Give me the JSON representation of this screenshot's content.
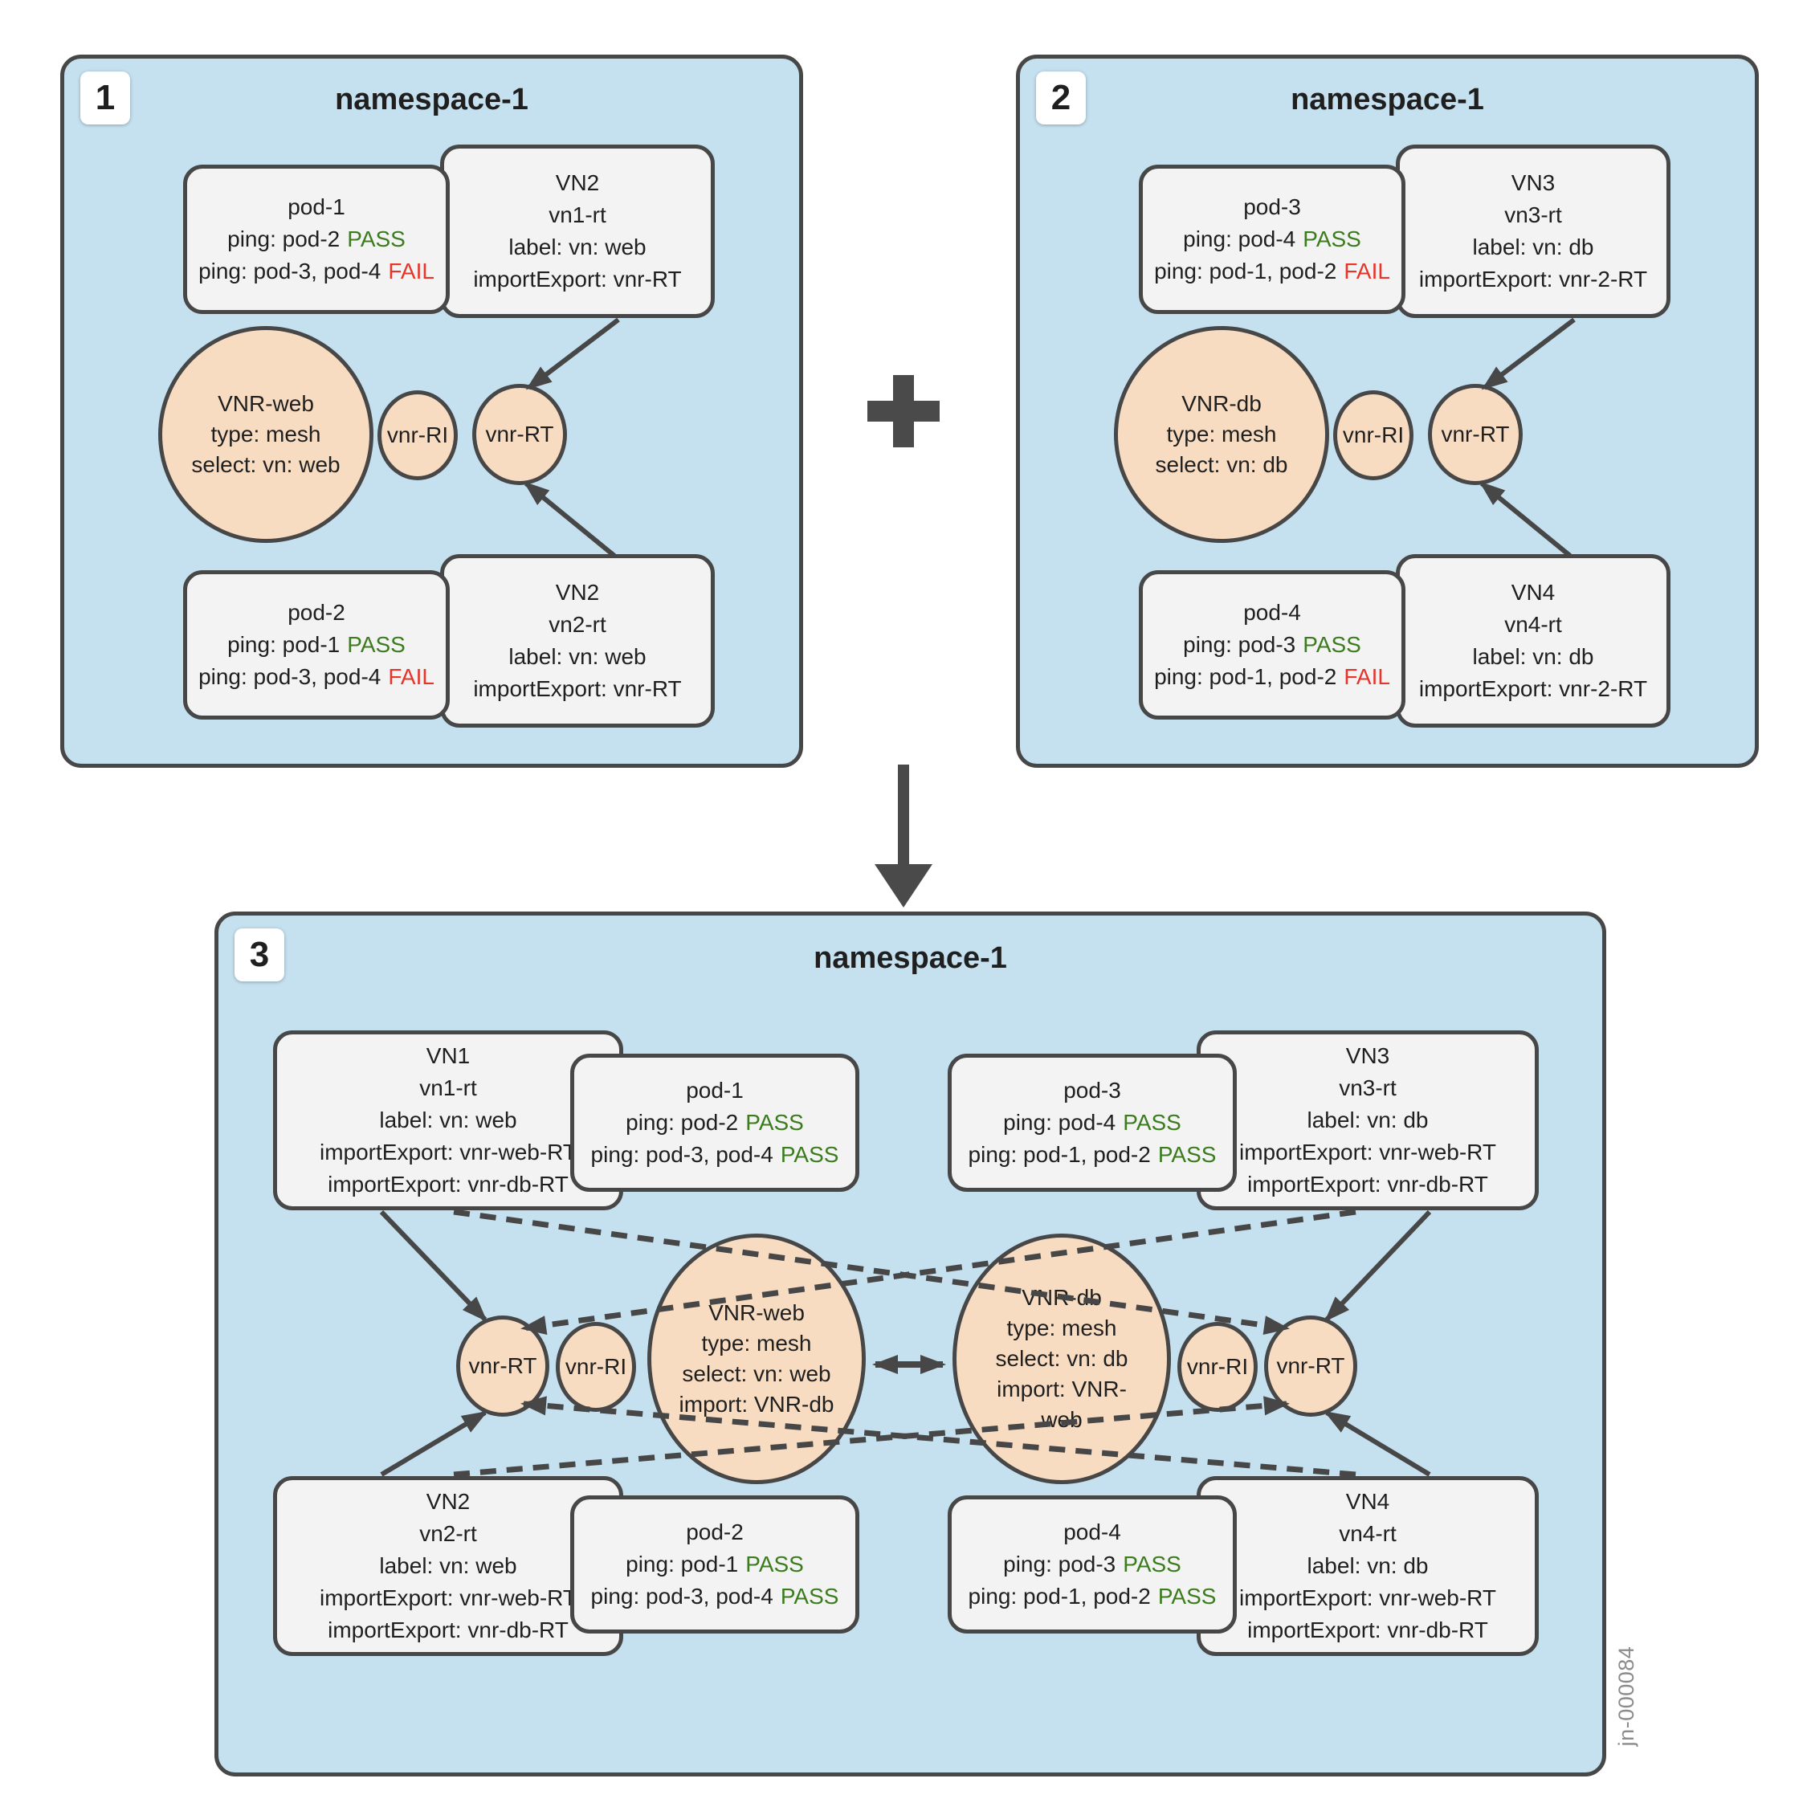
{
  "figure_code": "jn-000084",
  "operators": {
    "plus": "+"
  },
  "colors": {
    "panel_bg": "#c5e0ef",
    "box_bg": "#f3f3f3",
    "node_fill": "#f8dcc2",
    "stroke": "#474747",
    "pass_green": "#3c7c1f",
    "fail_red": "#e6352a",
    "figcode_gray": "#8c8c8c"
  },
  "panel1": {
    "badge": "1",
    "title": "namespace-1",
    "pod_top": {
      "name": "pod-1",
      "ping1_text": "ping: pod-2",
      "ping1_status": "PASS",
      "ping2_text": "ping: pod-3, pod-4",
      "ping2_status": "FAIL"
    },
    "vn_top": {
      "l1": "VN2",
      "l2": "vn1-rt",
      "l3": "label: vn: web",
      "l4": "importExport: vnr-RT"
    },
    "vnr": {
      "l1": "VNR-web",
      "l2": "type: mesh",
      "l3": "select: vn: web"
    },
    "ri": "vnr-RI",
    "rt": "vnr-RT",
    "pod_bottom": {
      "name": "pod-2",
      "ping1_text": "ping: pod-1",
      "ping1_status": "PASS",
      "ping2_text": "ping: pod-3, pod-4",
      "ping2_status": "FAIL"
    },
    "vn_bottom": {
      "l1": "VN2",
      "l2": "vn2-rt",
      "l3": "label: vn: web",
      "l4": "importExport: vnr-RT"
    }
  },
  "panel2": {
    "badge": "2",
    "title": "namespace-1",
    "pod_top": {
      "name": "pod-3",
      "ping1_text": "ping: pod-4",
      "ping1_status": "PASS",
      "ping2_text": "ping: pod-1, pod-2",
      "ping2_status": "FAIL"
    },
    "vn_top": {
      "l1": "VN3",
      "l2": "vn3-rt",
      "l3": "label: vn: db",
      "l4": "importExport: vnr-2-RT"
    },
    "vnr": {
      "l1": "VNR-db",
      "l2": "type: mesh",
      "l3": "select: vn: db"
    },
    "ri": "vnr-RI",
    "rt": "vnr-RT",
    "pod_bottom": {
      "name": "pod-4",
      "ping1_text": "ping: pod-3",
      "ping1_status": "PASS",
      "ping2_text": "ping: pod-1, pod-2",
      "ping2_status": "FAIL"
    },
    "vn_bottom": {
      "l1": "VN4",
      "l2": "vn4-rt",
      "l3": "label: vn: db",
      "l4": "importExport: vnr-2-RT"
    }
  },
  "panel3": {
    "badge": "3",
    "title": "namespace-1",
    "vn1": {
      "l1": "VN1",
      "l2": "vn1-rt",
      "l3": "label: vn: web",
      "l4": "importExport: vnr-web-RT",
      "l5": "importExport: vnr-db-RT"
    },
    "pod1": {
      "name": "pod-1",
      "ping1_text": "ping: pod-2",
      "ping1_status": "PASS",
      "ping2_text": "ping: pod-3, pod-4",
      "ping2_status": "PASS"
    },
    "pod3": {
      "name": "pod-3",
      "ping1_text": "ping: pod-4",
      "ping1_status": "PASS",
      "ping2_text": "ping: pod-1, pod-2",
      "ping2_status": "PASS"
    },
    "vn3": {
      "l1": "VN3",
      "l2": "vn3-rt",
      "l3": "label: vn: db",
      "l4": "importExport: vnr-web-RT",
      "l5": "importExport: vnr-db-RT"
    },
    "rt_left": "vnr-RT",
    "ri_left": "vnr-RI",
    "vnr_web": {
      "l1": "VNR-web",
      "l2": "type: mesh",
      "l3": "select: vn: web",
      "l4": "import: VNR-db"
    },
    "vnr_db": {
      "l1": "VNR-db",
      "l2": "type: mesh",
      "l3": "select: vn: db",
      "l4": "import: VNR-web"
    },
    "ri_right": "vnr-RI",
    "rt_right": "vnr-RT",
    "vn2": {
      "l1": "VN2",
      "l2": "vn2-rt",
      "l3": "label: vn: web",
      "l4": "importExport: vnr-web-RT",
      "l5": "importExport: vnr-db-RT"
    },
    "pod2": {
      "name": "pod-2",
      "ping1_text": "ping: pod-1",
      "ping1_status": "PASS",
      "ping2_text": "ping: pod-3, pod-4",
      "ping2_status": "PASS"
    },
    "pod4": {
      "name": "pod-4",
      "ping1_text": "ping: pod-3",
      "ping1_status": "PASS",
      "ping2_text": "ping: pod-1, pod-2",
      "ping2_status": "PASS"
    },
    "vn4": {
      "l1": "VN4",
      "l2": "vn4-rt",
      "l3": "label: vn: db",
      "l4": "importExport: vnr-web-RT",
      "l5": "importExport: vnr-db-RT"
    }
  }
}
